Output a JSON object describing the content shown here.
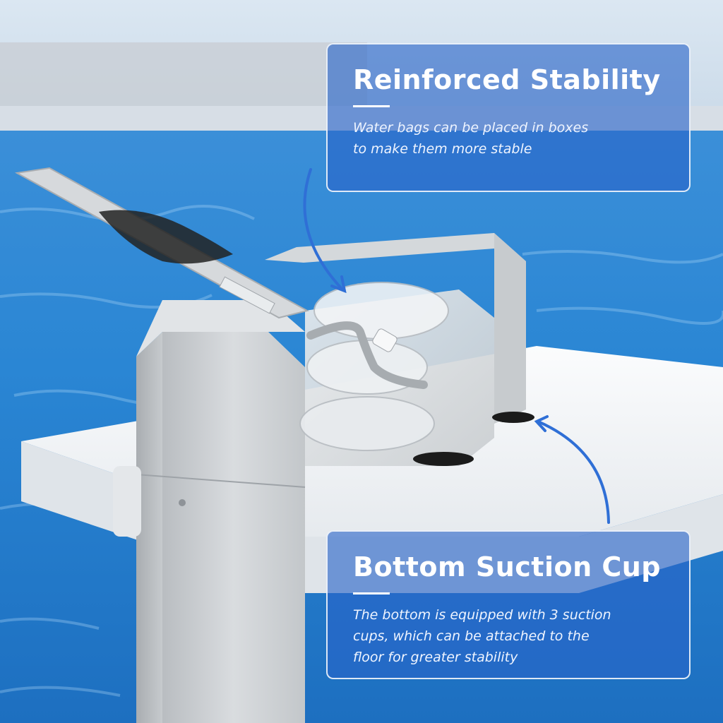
{
  "callouts": {
    "top": {
      "title": "Reinforced Stability",
      "lines": [
        "Water bags can be placed in boxes",
        "to make them more stable"
      ]
    },
    "bottom": {
      "title": "Bottom Suction Cup",
      "lines": [
        "The bottom is equipped with 3 suction",
        "cups, which can be attached to the",
        "floor  for greater stability"
      ]
    }
  },
  "colors": {
    "pool_water": "#1f7fd0",
    "panel": "#2a68c8",
    "arrow": "#2f6fd6",
    "metal": "#cfd3d6",
    "float_board": "#f3f5f7"
  },
  "icons": [
    "arrow-to-water-bags",
    "arrow-to-suction-cup"
  ]
}
